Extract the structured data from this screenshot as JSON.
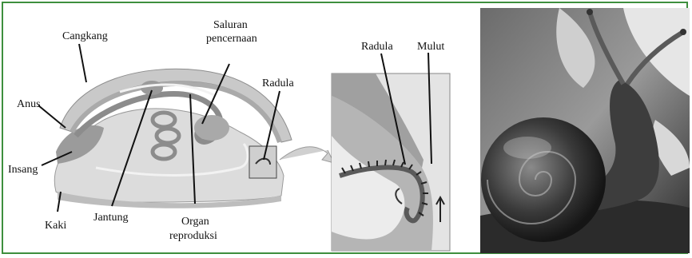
{
  "anatomy": {
    "labels": {
      "cangkang": "Cangkang",
      "saluran_line1": "Saluran",
      "saluran_line2": "pencernaan",
      "radula": "Radula",
      "anus": "Anus",
      "insang": "Insang",
      "kaki": "Kaki",
      "jantung": "Jantung",
      "organ_line1": "Organ",
      "organ_line2": "reproduksi"
    }
  },
  "zoom": {
    "labels": {
      "radula": "Radula",
      "mulut": "Mulut"
    }
  },
  "photo": {
    "subject": "snail-photograph"
  },
  "colors": {
    "frame": "#3e8f3e",
    "shell": "#c9c9c9",
    "body": "#dcdcdc",
    "organ": "#a9a9a9"
  }
}
